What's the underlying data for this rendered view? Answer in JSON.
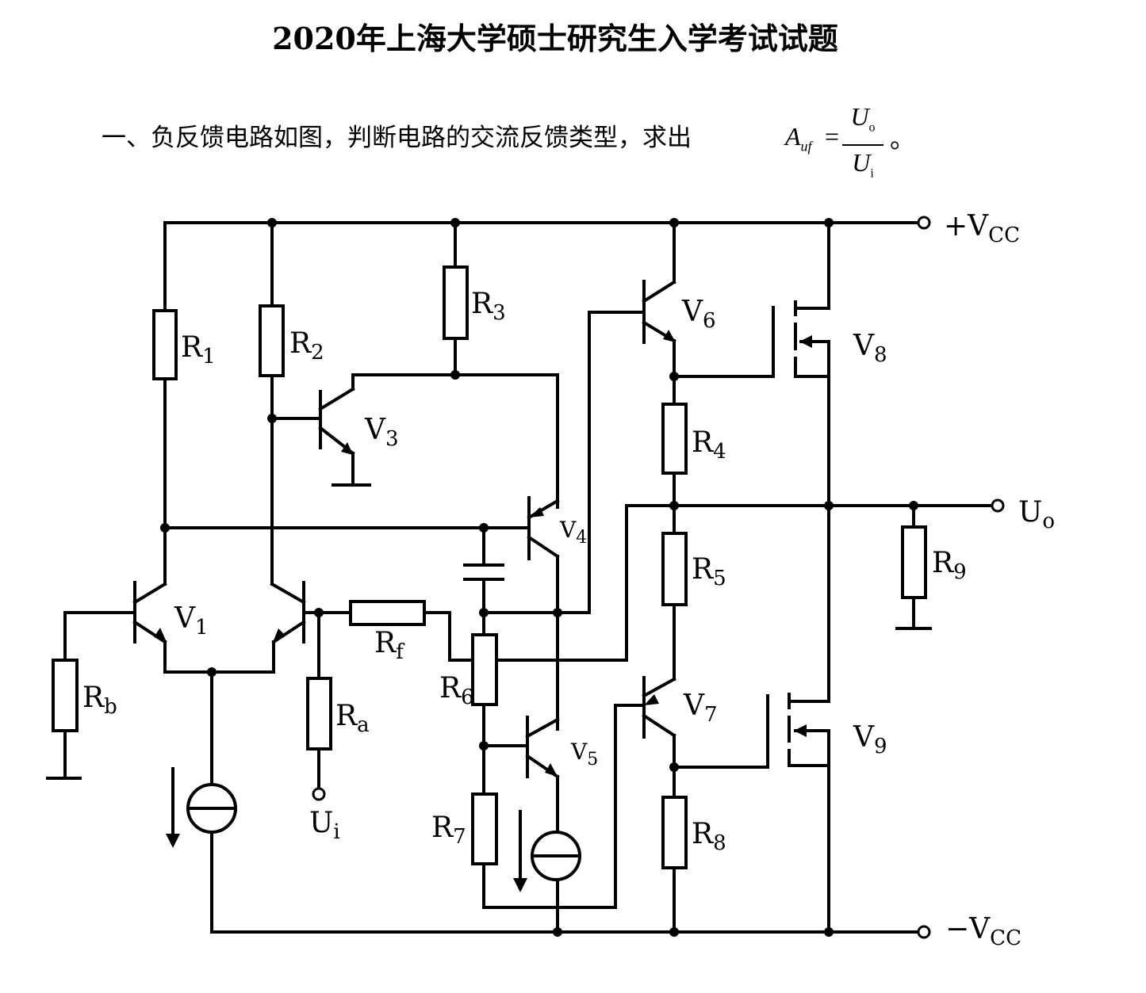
{
  "title": "2020年上海大学硕士研究生入学考试试题",
  "question": {
    "text": "一、负反馈电路如图，判断电路的交流反馈类型，求出",
    "formula_lhs": "A",
    "formula_lhs_sub": "uf",
    "formula_eq": "=",
    "formula_num": "U",
    "formula_num_sub": "o",
    "formula_den": "U",
    "formula_den_sub": "i",
    "period": "。"
  },
  "circuit": {
    "resistors": {
      "R1": {
        "main": "R",
        "sub": "1"
      },
      "R2": {
        "main": "R",
        "sub": "2"
      },
      "R3": {
        "main": "R",
        "sub": "3"
      },
      "R4": {
        "main": "R",
        "sub": "4"
      },
      "R5": {
        "main": "R",
        "sub": "5"
      },
      "R6": {
        "main": "R",
        "sub": "6"
      },
      "R7": {
        "main": "R",
        "sub": "7"
      },
      "R8": {
        "main": "R",
        "sub": "8"
      },
      "R9": {
        "main": "R",
        "sub": "9"
      },
      "Ra": {
        "main": "R",
        "sub": "a"
      },
      "Rb": {
        "main": "R",
        "sub": "b"
      },
      "Rf": {
        "main": "R",
        "sub": "f"
      }
    },
    "transistors": {
      "V1": {
        "main": "V",
        "sub": "1"
      },
      "V3": {
        "main": "V",
        "sub": "3"
      },
      "V4": {
        "main": "V",
        "sub": "4"
      },
      "V5": {
        "main": "V",
        "sub": "5"
      },
      "V6": {
        "main": "V",
        "sub": "6"
      },
      "V7": {
        "main": "V",
        "sub": "7"
      },
      "V8": {
        "main": "V",
        "sub": "8"
      },
      "V9": {
        "main": "V",
        "sub": "9"
      }
    },
    "supplies": {
      "vcc_pos": {
        "main": "+V",
        "sub": "CC"
      },
      "vcc_neg": {
        "main": "−V",
        "sub": "CC"
      }
    },
    "ports": {
      "input": {
        "main": "U",
        "sub": "i"
      },
      "output": {
        "main": "U",
        "sub": "o"
      }
    }
  }
}
